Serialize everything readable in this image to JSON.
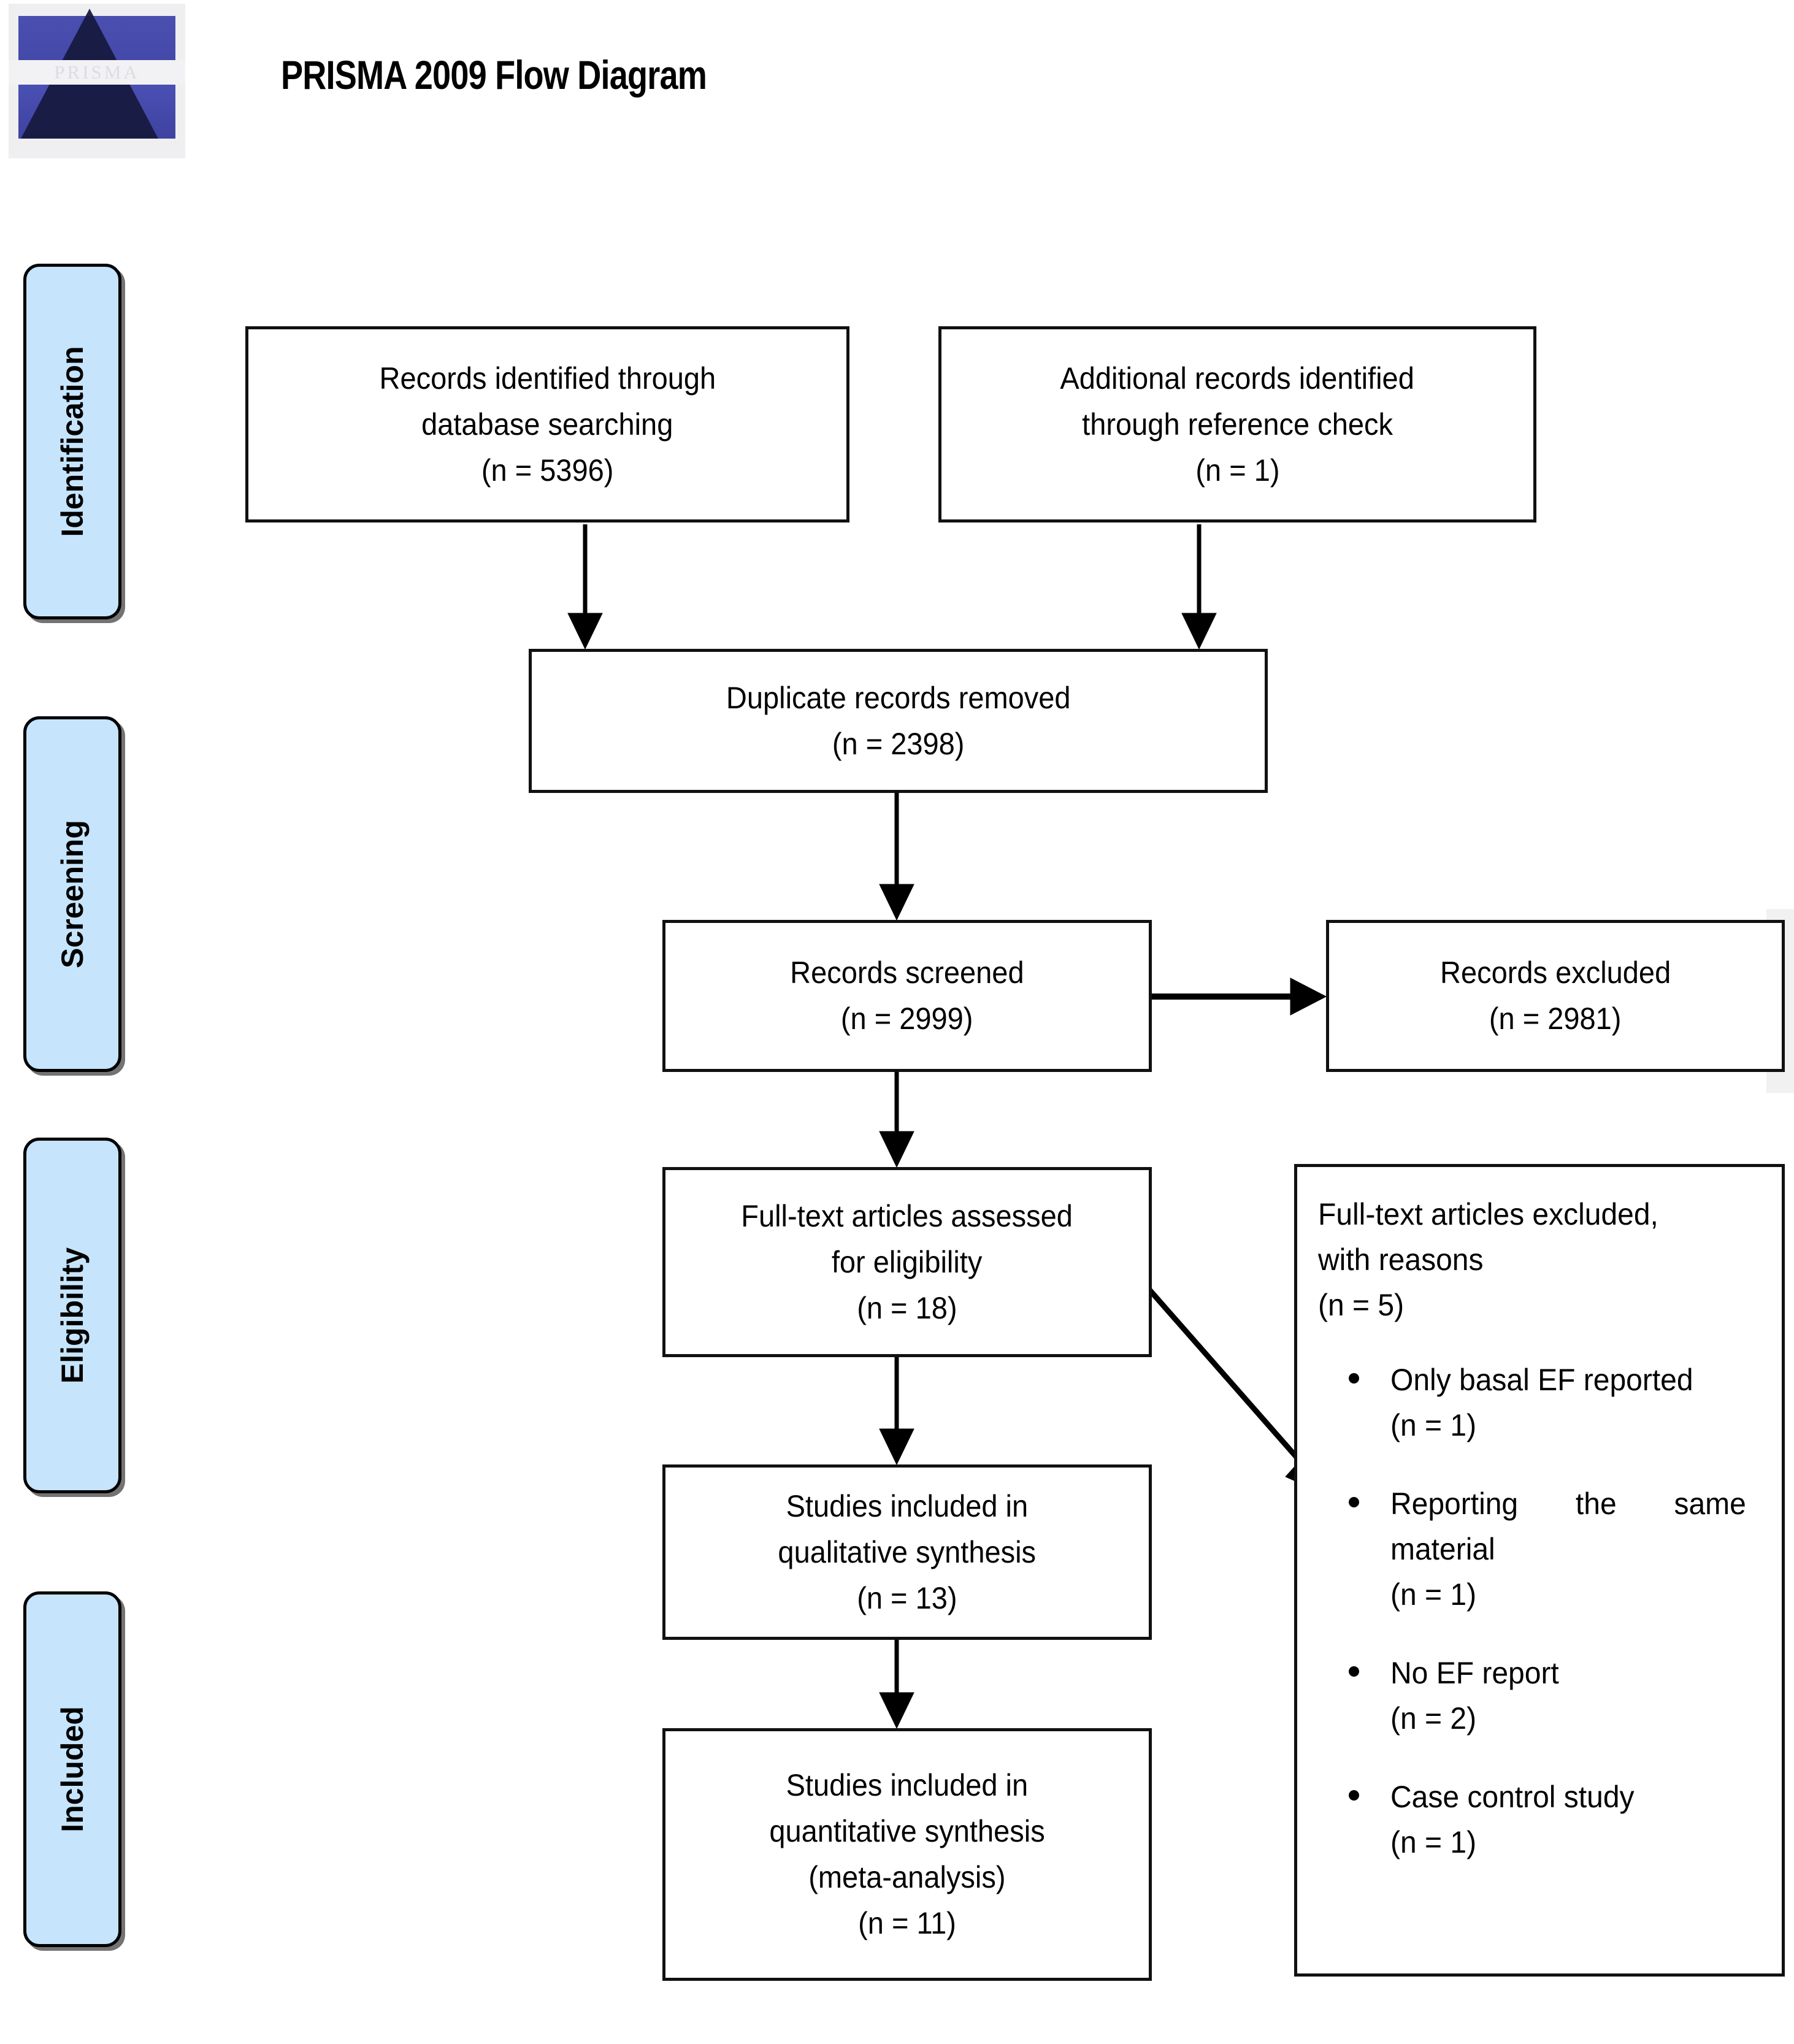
{
  "header": {
    "title": "PRISMA 2009 Flow Diagram",
    "logo_word": "PRISMA",
    "logo_name": "prisma-logo"
  },
  "stages": [
    {
      "id": "identification",
      "label": "Identification"
    },
    {
      "id": "screening",
      "label": "Screening"
    },
    {
      "id": "eligibility",
      "label": "Eligibility"
    },
    {
      "id": "included",
      "label": "Included"
    }
  ],
  "boxes": {
    "records_database": {
      "line1": "Records identified through",
      "line2": "database searching",
      "line3": "(n = 5396)"
    },
    "records_reference": {
      "line1": "Additional records identified",
      "line2": "through reference check",
      "line3": "(n = 1)"
    },
    "duplicates_removed": {
      "line1": "Duplicate records removed",
      "line2": "(n = 2398)"
    },
    "records_screened": {
      "line1": "Records screened",
      "line2": "(n = 2999)"
    },
    "records_excluded": {
      "line1": "Records excluded",
      "line2": "(n = 2981)"
    },
    "fulltext_assessed": {
      "line1": "Full-text articles assessed",
      "line2": "for eligibility",
      "line3": "(n = 18)"
    },
    "fulltext_excluded": {
      "line1": "Full-text articles excluded,",
      "line2": "with                             reasons",
      "line3": "(n = 5)",
      "bullets": [
        {
          "text": "Only     basal     EF reported",
          "n": "(n = 1)"
        },
        {
          "text": "Reporting           the same material",
          "n": "(n = 1)"
        },
        {
          "text": "No EF report",
          "n": "(n = 2)"
        },
        {
          "text": "Case control study",
          "n": "(n = 1)"
        }
      ]
    },
    "qualitative_synthesis": {
      "line1": "Studies included in",
      "line2": "qualitative synthesis",
      "line3": "(n = 13)"
    },
    "quantitative_synthesis": {
      "line1": "Studies included in",
      "line2": "quantitative synthesis",
      "line3": "(meta-analysis)",
      "line4": "(n = 11)"
    }
  },
  "colors": {
    "stage_fill": "#c6e4fb",
    "stage_border": "#000000",
    "box_border": "#111111",
    "logo_blue": "#4a4fb0",
    "logo_dark": "#161a3f"
  }
}
